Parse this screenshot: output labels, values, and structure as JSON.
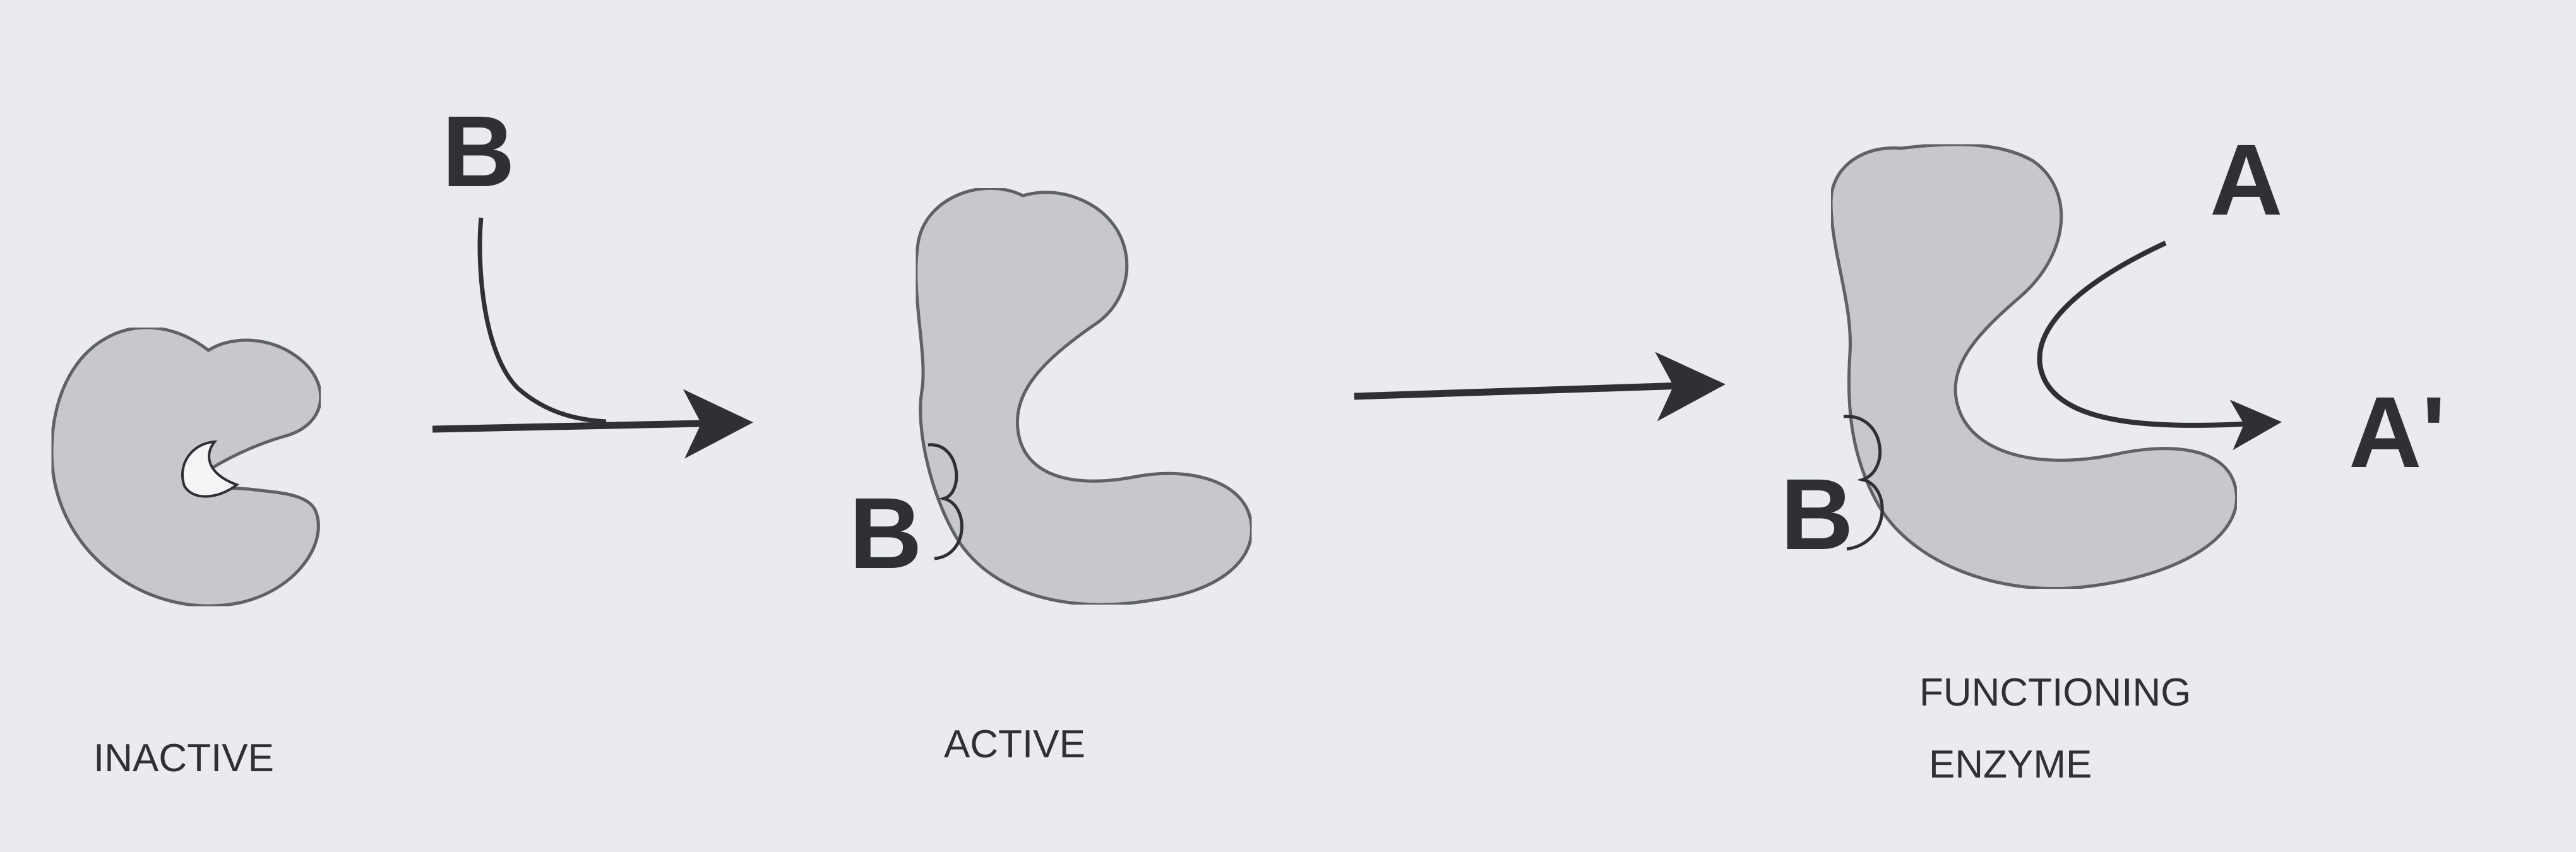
{
  "stages": {
    "inactive": {
      "caption": "INACTIVE"
    },
    "active": {
      "caption": "ACTIVE",
      "bound_label": "B"
    },
    "functioning": {
      "caption_line1": "FUNCTIONING",
      "caption_line2": "ENZYME",
      "bound_label": "B"
    }
  },
  "molecules": {
    "activator": "B",
    "substrate": "A",
    "product": "A'"
  },
  "colors": {
    "background": "#e9ebee",
    "shape_fill": "#c7c9cc",
    "ink": "#2f3033"
  }
}
